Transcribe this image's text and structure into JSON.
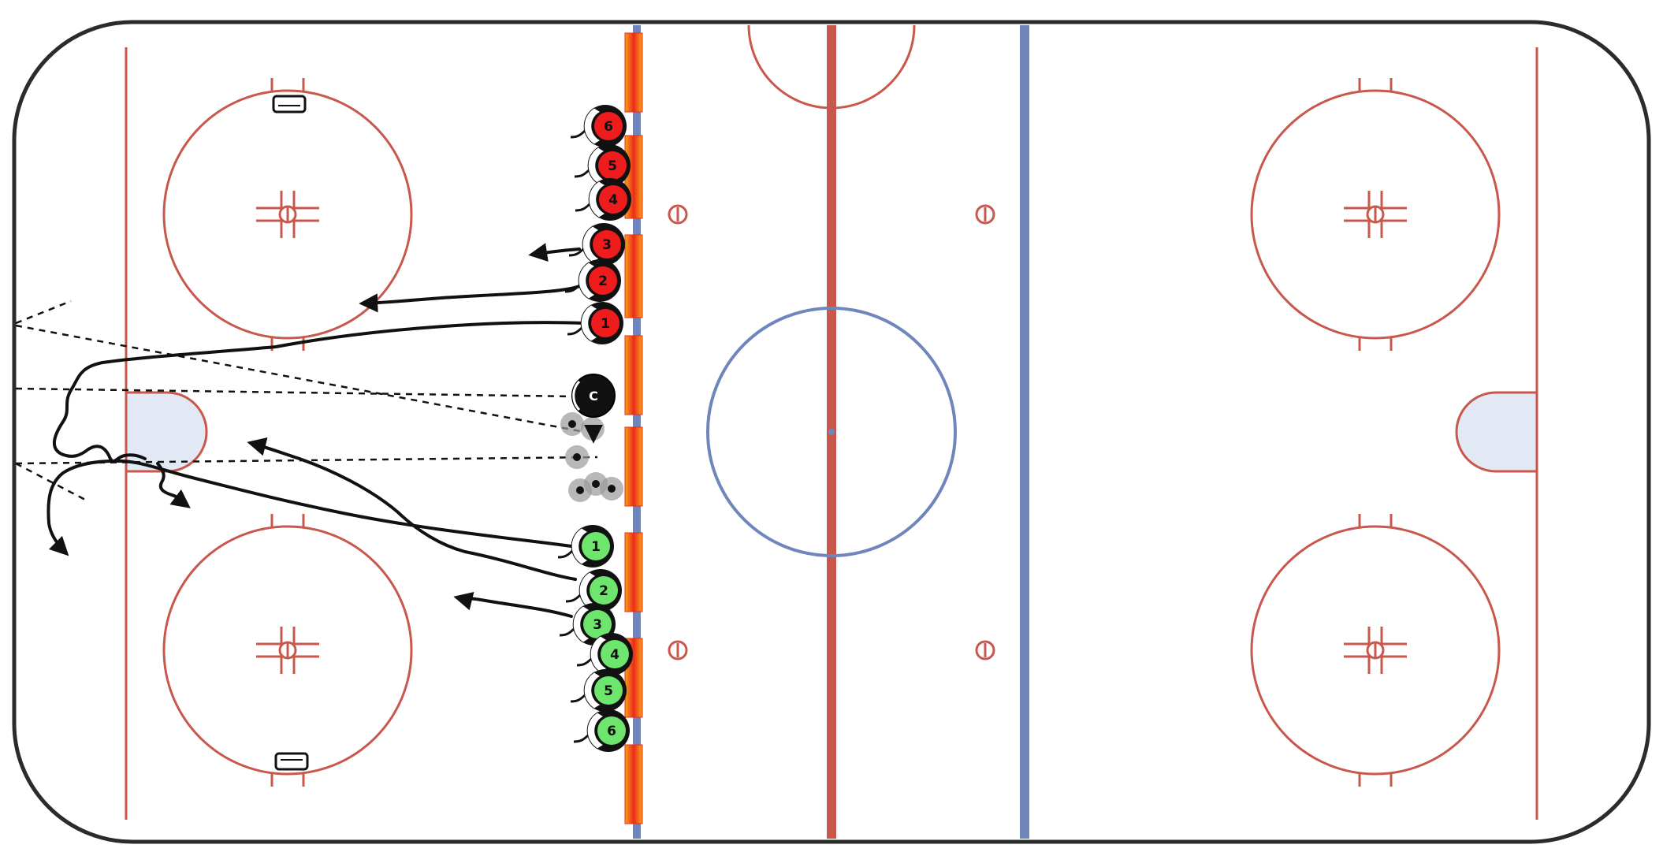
{
  "colors": {
    "ice": "#ffffff",
    "boards": "#2b2b2b",
    "red_line": "#c8574c",
    "blue_line": "#6f86bd",
    "crease": "#e3e8f5",
    "team_red": "#ee1c1c",
    "team_green": "#6ee66e",
    "coach": "#111111",
    "puck_stack": "#9a9a9a",
    "pad": "#ee2b1a"
  },
  "icons": {
    "player": "helmet-circle-icon",
    "coach": "coach-circle-icon",
    "puck": "puck-icon",
    "pad": "pad-icon",
    "net": "net-icon"
  },
  "diagram": {
    "coach_label": "C",
    "red_players": [
      {
        "label": "6"
      },
      {
        "label": "5"
      },
      {
        "label": "4"
      },
      {
        "label": "3"
      },
      {
        "label": "2"
      },
      {
        "label": "1"
      }
    ],
    "green_players": [
      {
        "label": "1"
      },
      {
        "label": "2"
      },
      {
        "label": "3"
      },
      {
        "label": "4"
      },
      {
        "label": "5"
      },
      {
        "label": "6"
      }
    ]
  }
}
